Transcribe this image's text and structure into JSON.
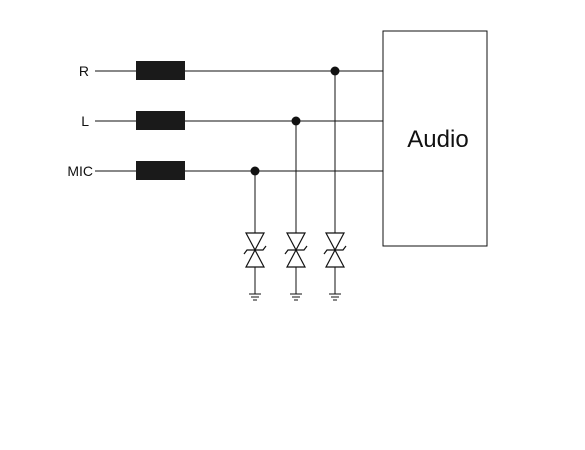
{
  "signals": [
    {
      "id": "r",
      "label": "R"
    },
    {
      "id": "l",
      "label": "L"
    },
    {
      "id": "mic",
      "label": "MIC"
    }
  ],
  "audio_block": {
    "label": "Audio"
  },
  "colors": {
    "line": "#111111",
    "ferrite": "#1a1a1a",
    "background": "#ffffff"
  },
  "components": {
    "series_element": "ferrite-bead",
    "protection_element": "bidirectional-tvs-diode",
    "ground_symbol": "ground"
  }
}
